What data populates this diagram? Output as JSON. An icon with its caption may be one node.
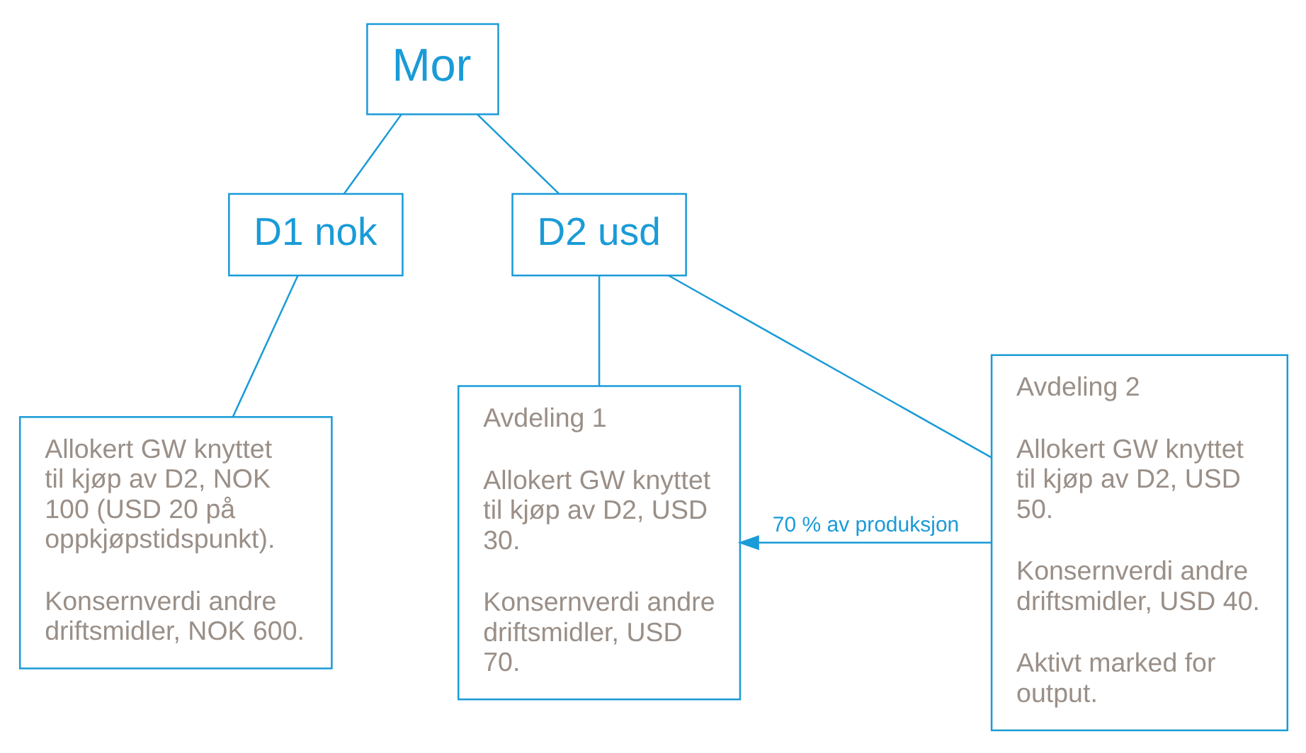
{
  "diagram": {
    "nodes": [
      {
        "text": [
          "Mor"
        ]
      },
      {
        "text": [
          "D1 nok"
        ]
      },
      {
        "text": [
          "D2 usd"
        ]
      },
      {
        "text": [
          "Allokert GW knyttet til kjøp av D2, NOK 100 (USD 20 på oppkjøpstidspunkt).",
          "Konsernverdi andre driftsmidler, NOK 600."
        ]
      },
      {
        "text": [
          "Avdeling 1",
          "Allokert GW knyttet til kjøp av D2, USD 30.",
          "Konsernverdi andre driftsmidler, USD 70."
        ]
      },
      {
        "text": [
          "Avdeling 2",
          "Allokert GW knyttet til kjøp av D2, USD 50.",
          "Konsernverdi andre driftsmidler, USD 40.",
          "Aktivt marked for output."
        ]
      }
    ],
    "edges": [
      {
        "from": 0,
        "to": 1,
        "arrow": "none"
      },
      {
        "from": 0,
        "to": 2,
        "arrow": "none"
      },
      {
        "from": 1,
        "to": 3,
        "arrow": "none"
      },
      {
        "from": 2,
        "to": 4,
        "arrow": "none"
      },
      {
        "from": 2,
        "to": 5,
        "arrow": "none"
      },
      {
        "from": 5,
        "to": 4,
        "arrow": "to",
        "label": "70 % av produksjon"
      }
    ]
  }
}
